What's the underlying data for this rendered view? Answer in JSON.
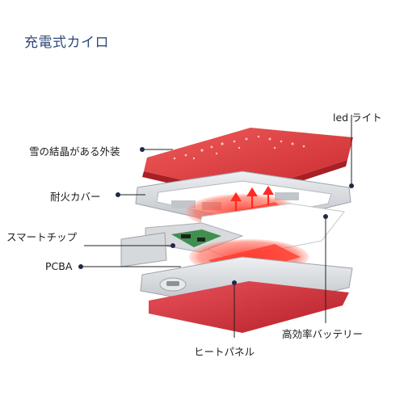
{
  "title": "充電式カイロ",
  "labels": {
    "led_light": "led ライト",
    "snow_crystal_case": "雪の結晶がある外装",
    "fireproof_cover": "耐火カバー",
    "smart_chip": "スマートチップ",
    "pcba": "PCBA",
    "battery": "高効率バッテリー",
    "heat_panel": "ヒートパネル"
  },
  "colors": {
    "title": "#2f4a7a",
    "callout_line": "#222222",
    "callout_dot": "#1e2a4a",
    "shell_red": "#d9363a",
    "heat_red": "#ff3b2f",
    "frame_silver": "#cfd2d6",
    "pcb_green": "#3f8f4f"
  }
}
